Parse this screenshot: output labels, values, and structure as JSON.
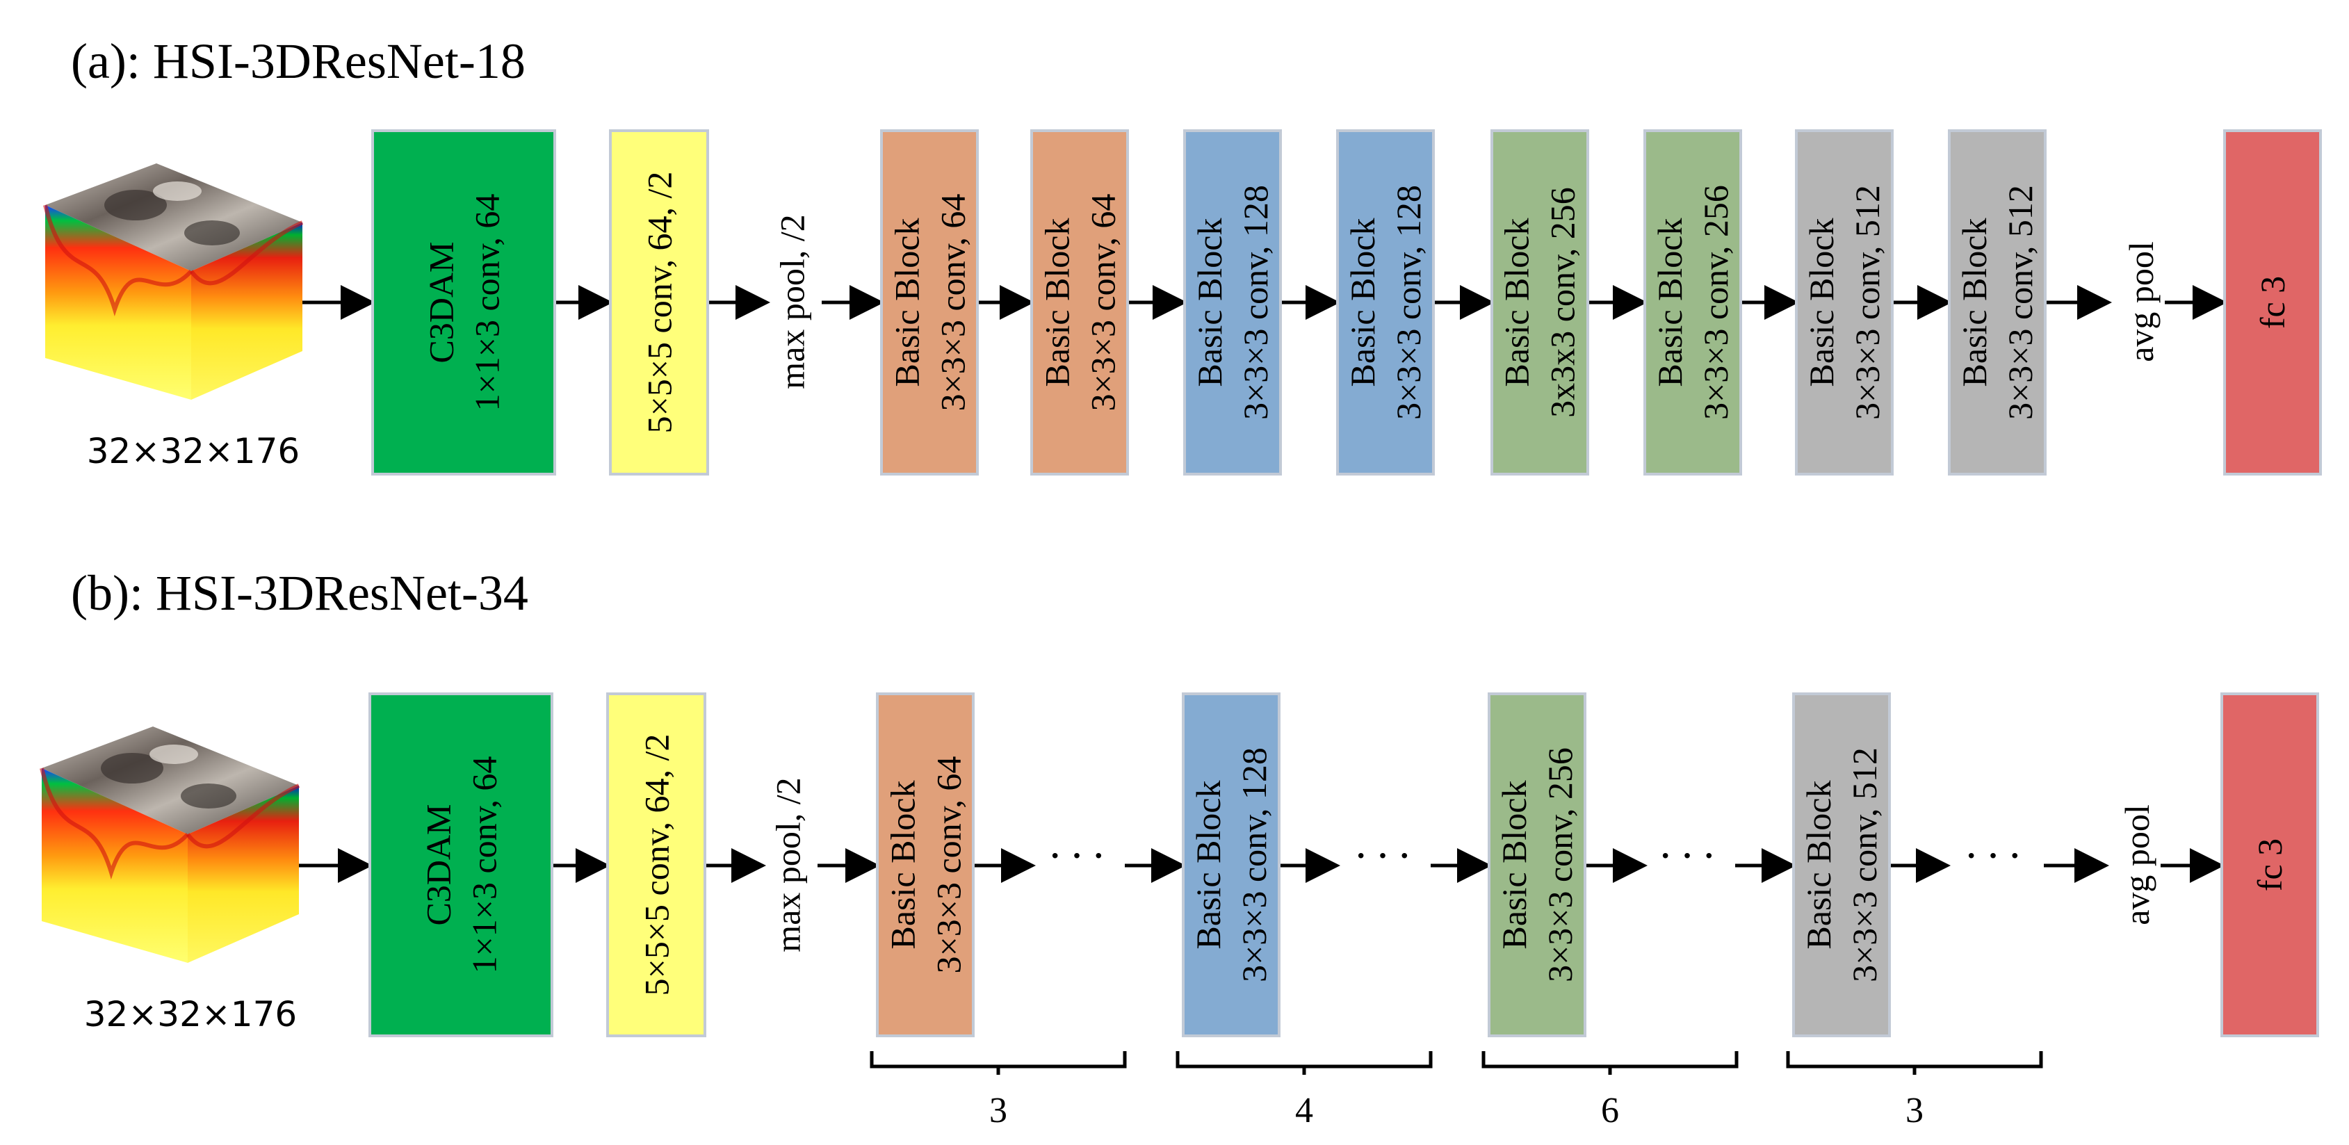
{
  "colors": {
    "green": "#00b050",
    "yellow": "#ffff7a",
    "orange": "#e0a07a",
    "blue": "#84abd2",
    "sage": "#9bba8a",
    "gray": "#b5b5b5",
    "red": "#e06666",
    "border": "#c2cad6"
  },
  "panel_a": {
    "title": "(a): HSI-3DResNet-18",
    "input_size": "32×32×176",
    "c3dam": {
      "line1": "C3DAM",
      "line2": "1×1×3 conv, 64"
    },
    "stem_conv": "5×5×5 conv, 64, /2",
    "max_pool": "max pool, /2",
    "blocks": [
      {
        "line1": "Basic Block",
        "line2": "3×3×3 conv, 64"
      },
      {
        "line1": "Basic Block",
        "line2": "3×3×3 conv, 64"
      },
      {
        "line1": "Basic Block",
        "line2": "3×3×3 conv, 128"
      },
      {
        "line1": "Basic Block",
        "line2": "3×3×3 conv, 128"
      },
      {
        "line1": "Basic Block",
        "line2": "3x3x3 conv, 256"
      },
      {
        "line1": "Basic Block",
        "line2": "3×3×3 conv, 256"
      },
      {
        "line1": "Basic Block",
        "line2": "3×3×3 conv, 512"
      },
      {
        "line1": "Basic Block",
        "line2": "3×3×3 conv, 512"
      }
    ],
    "avg_pool": "avg pool",
    "fc": "fc 3"
  },
  "panel_b": {
    "title": "(b): HSI-3DResNet-34",
    "input_size": "32×32×176",
    "c3dam": {
      "line1": "C3DAM",
      "line2": "1×1×3 conv, 64"
    },
    "stem_conv": "5×5×5 conv, 64, /2",
    "max_pool": "max pool, /2",
    "blocks": [
      {
        "line1": "Basic Block",
        "line2": "3×3×3 conv, 64"
      },
      {
        "line1": "Basic Block",
        "line2": "3×3×3 conv, 128"
      },
      {
        "line1": "Basic Block",
        "line2": "3×3×3 conv, 256"
      },
      {
        "line1": "Basic Block",
        "line2": "3×3×3 conv, 512"
      }
    ],
    "ellipsis": "···",
    "repeat_counts": [
      "3",
      "4",
      "6",
      "3"
    ],
    "avg_pool": "avg pool",
    "fc": "fc 3"
  }
}
